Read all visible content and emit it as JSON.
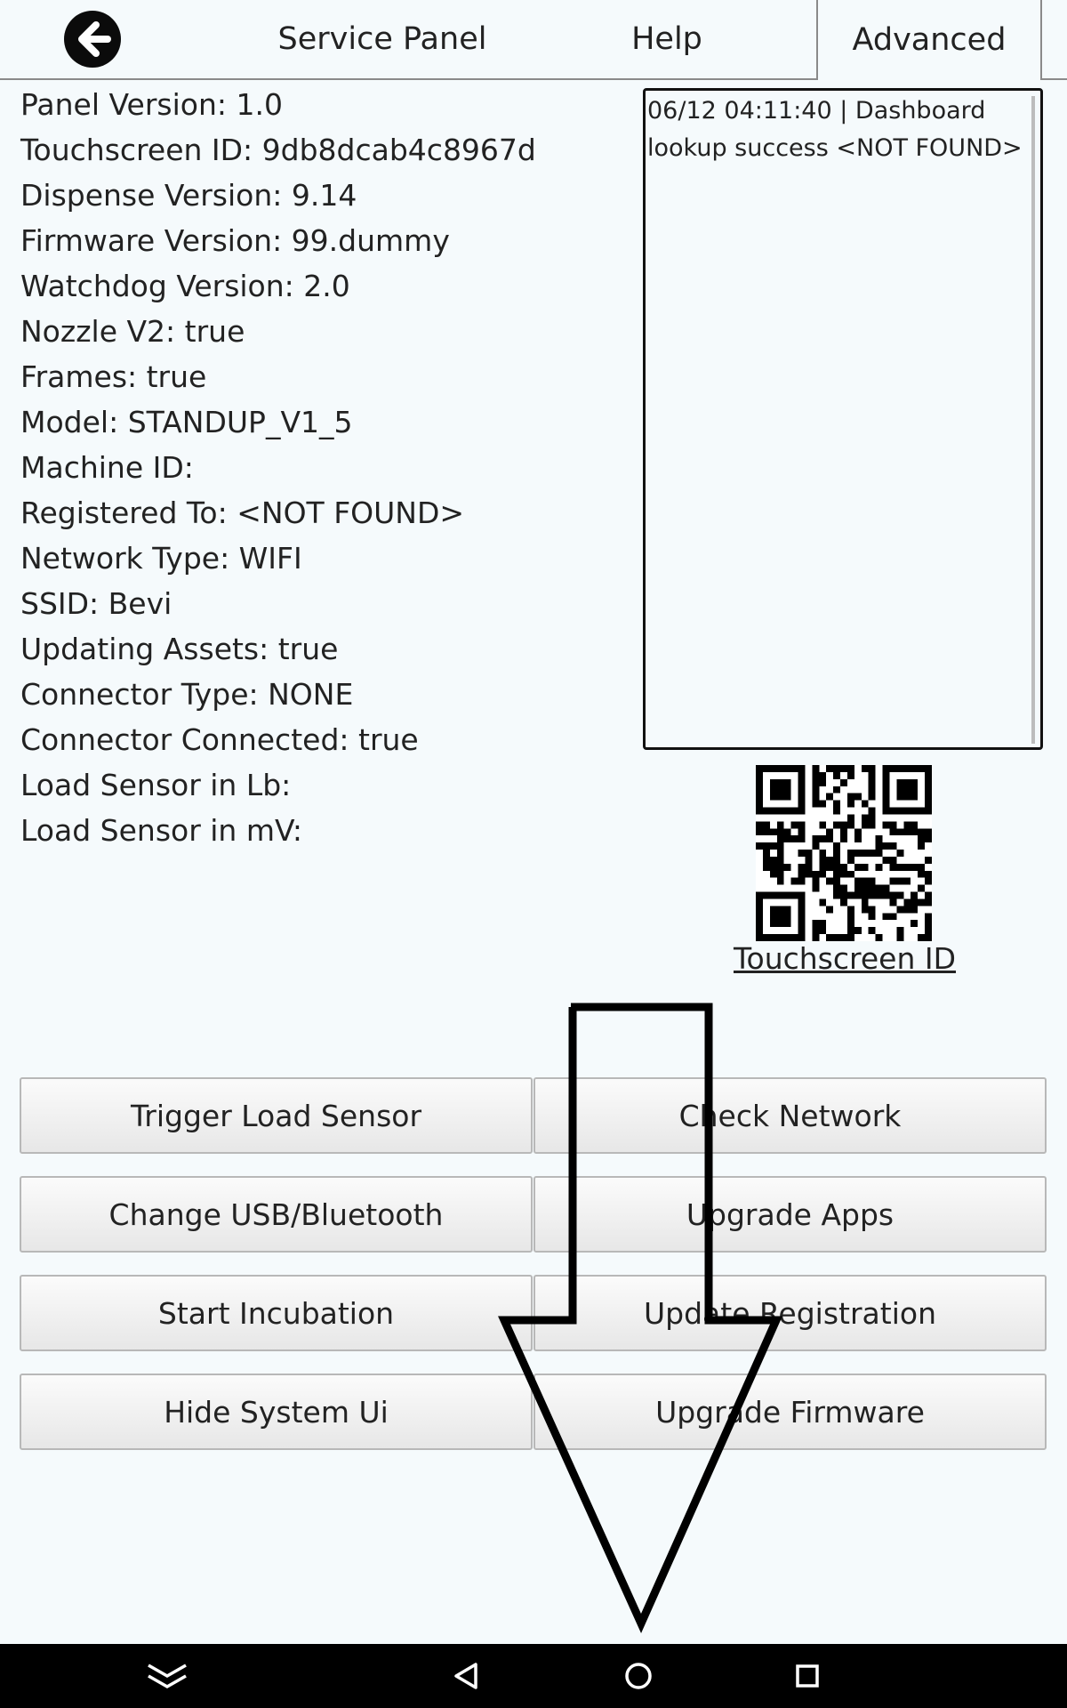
{
  "tabs": {
    "service_panel": "Service Panel",
    "help": "Help",
    "advanced": "Advanced"
  },
  "info": [
    "Panel Version: 1.0",
    "Touchscreen ID: 9db8dcab4c8967d",
    "Dispense Version: 9.14",
    "Firmware Version: 99.dummy",
    "Watchdog Version: 2.0",
    "Nozzle V2: true",
    "Frames: true",
    "Model: STANDUP_V1_5",
    "Machine ID:",
    "Registered To: <NOT FOUND>",
    "Network Type: WIFI",
    "SSID: Bevi",
    "Updating Assets: true",
    "Connector Type: NONE",
    "Connector Connected: true",
    "Load Sensor in Lb:",
    "Load Sensor in mV:"
  ],
  "log": {
    "entry": "06/12 04:11:40 | Dashboard lookup success <NOT FOUND>"
  },
  "qr": {
    "label": "Touchscreen ID"
  },
  "buttons": {
    "trigger_load_sensor": "Trigger Load Sensor",
    "check_network": "Check Network",
    "change_usb_bluetooth": "Change USB/Bluetooth",
    "upgrade_apps": "Upgrade Apps",
    "start_incubation": "Start Incubation",
    "update_registration": "Update Registration",
    "hide_system_ui": "Hide System Ui",
    "upgrade_firmware": "Upgrade Firmware"
  },
  "icons": {
    "back": "back-arrow-icon",
    "nav_hide": "chevron-double-down-icon",
    "nav_back": "nav-back-triangle-icon",
    "nav_home": "nav-home-circle-icon",
    "nav_recents": "nav-recents-square-icon",
    "overlay": "down-arrow-overlay-icon"
  },
  "colors": {
    "background": "#f5fafc",
    "navbar": "#000000",
    "text": "#1f1f1f"
  }
}
